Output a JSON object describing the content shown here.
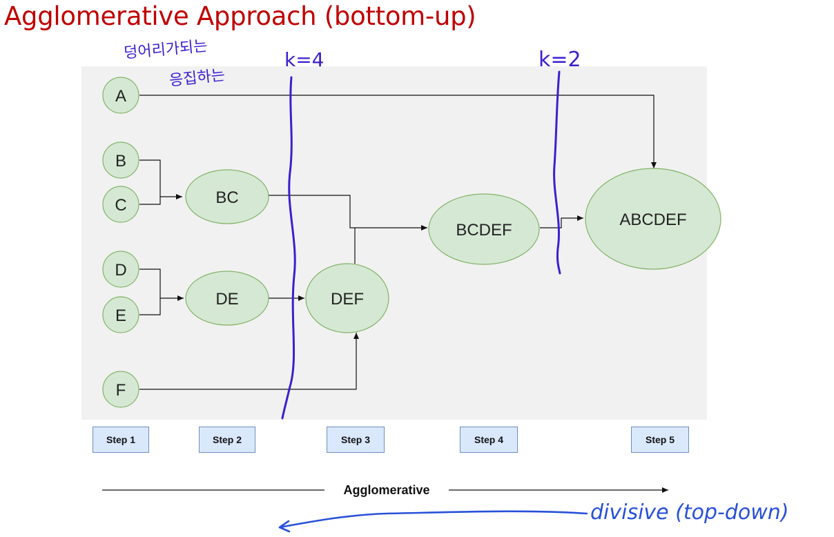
{
  "title": "Agglomerative Approach (bottom-up)",
  "nodes": {
    "a": "A",
    "b": "B",
    "c": "C",
    "d": "D",
    "e": "E",
    "f": "F",
    "bc": "BC",
    "de": "DE",
    "def": "DEF",
    "bcdef": "BCDEF",
    "abcdef": "ABCDEF"
  },
  "steps": [
    "Step 1",
    "Step 2",
    "Step 3",
    "Step 4",
    "Step 5"
  ],
  "axis_label": "Agglomerative",
  "annotations": {
    "korean_line1": "덩어리가되는",
    "korean_line2": "응집하는",
    "k4": "k=4",
    "k2": "k=2",
    "divisive": "divisive (top-down)"
  },
  "colors": {
    "node_fill": "#d5e8d4",
    "node_stroke": "#82b366",
    "title": "#c00000",
    "step_fill": "#dae8fc",
    "handwriting_purple": "#3a1fd0",
    "handwriting_blue": "#2850d8"
  }
}
